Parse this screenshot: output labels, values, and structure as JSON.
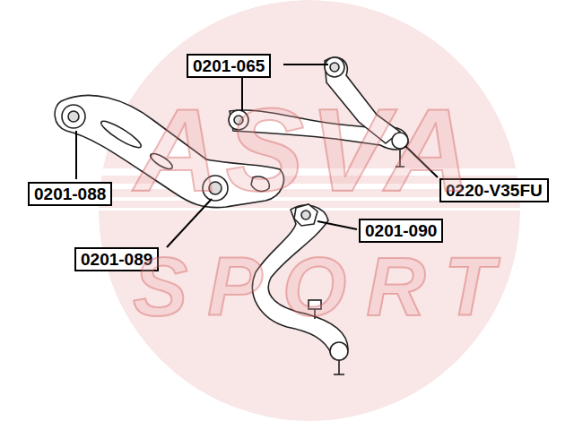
{
  "diagram": {
    "nodes": [
      {
        "text": [
          "0201-065"
        ]
      },
      {
        "text": [
          "0201-088"
        ]
      },
      {
        "text": [
          "0220-V35FU"
        ]
      },
      {
        "text": [
          "0201-090"
        ]
      },
      {
        "text": [
          "0201-089"
        ]
      }
    ],
    "labels": [
      "ASVA",
      "SPORT"
    ]
  }
}
